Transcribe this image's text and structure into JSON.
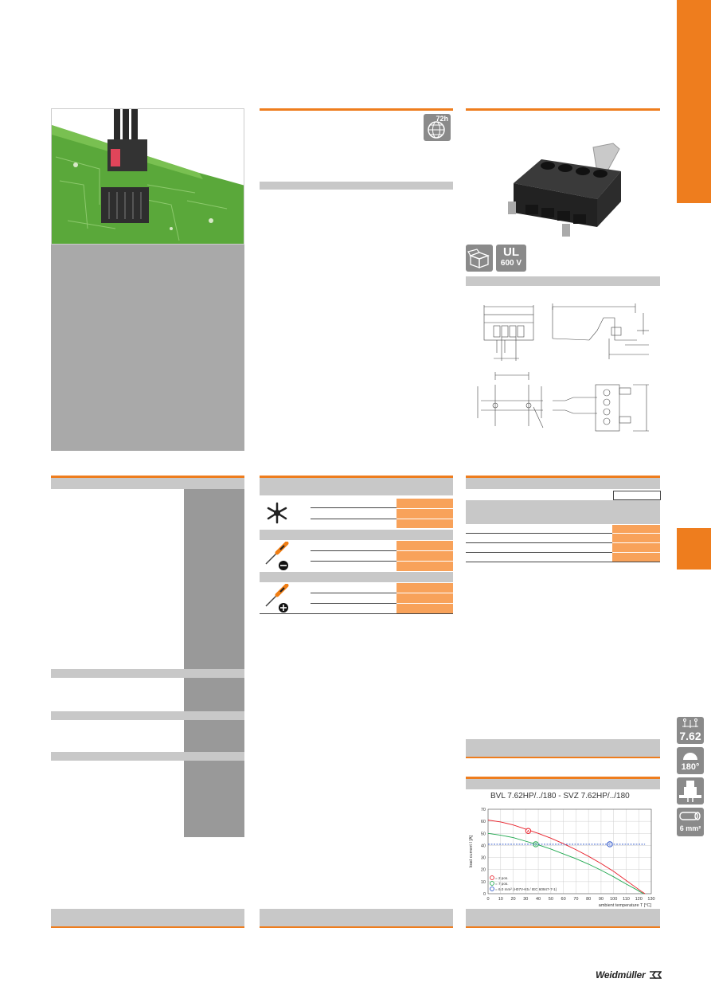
{
  "sidebar": {
    "icons": [
      {
        "name": "pitch-icon",
        "label": "7.62"
      },
      {
        "name": "angle-icon",
        "label": "180°"
      },
      {
        "name": "pcb-icon",
        "label": ""
      },
      {
        "name": "wire-icon",
        "label": "6 mm²"
      }
    ]
  },
  "badges": {
    "salt_spray": "72h",
    "ul_top": "UL",
    "ul_bottom": "600 V"
  },
  "brand": {
    "logo": "Weidmüller"
  },
  "derating_chart": {
    "title": "BVL 7.62HP/../180 - SVZ 7.62HP/../180",
    "ylabel": "load current I [A]",
    "xlabel": "ambient temperature T [°C]",
    "legend": [
      {
        "marker": "A",
        "label": "= 2 pos.",
        "color": "#e8202a"
      },
      {
        "marker": "B",
        "label": "= 7 pos.",
        "color": "#1fa84f"
      },
      {
        "marker": "C",
        "label": "= 6.0 mm² (H07V-K5 / IEC 60947-7-1)",
        "color": "#2a52c8"
      }
    ]
  },
  "chart_data": {
    "type": "line",
    "title": "BVL 7.62HP/../180 - SVZ 7.62HP/../180",
    "xlabel": "ambient temperature T [°C]",
    "ylabel": "load current I [A]",
    "xlim": [
      0,
      130
    ],
    "ylim": [
      0,
      70
    ],
    "xticks": [
      0,
      10,
      20,
      30,
      40,
      50,
      60,
      70,
      80,
      90,
      100,
      110,
      120,
      130
    ],
    "yticks": [
      0,
      10,
      20,
      30,
      40,
      50,
      60,
      70
    ],
    "grid": true,
    "series": [
      {
        "name": "= 2 pos.",
        "color": "#e8202a",
        "marker": "A",
        "marker_at": [
          32,
          52
        ],
        "x": [
          0,
          10,
          20,
          30,
          40,
          50,
          60,
          70,
          80,
          90,
          100,
          110,
          118,
          122,
          125
        ],
        "y": [
          61,
          59.5,
          57,
          53.5,
          50,
          46,
          41.5,
          36.5,
          31,
          25,
          18.5,
          11,
          5,
          2,
          0
        ]
      },
      {
        "name": "= 7 pos.",
        "color": "#1fa84f",
        "marker": "B",
        "marker_at": [
          38,
          41
        ],
        "x": [
          0,
          10,
          20,
          30,
          40,
          50,
          60,
          70,
          80,
          90,
          100,
          110,
          118,
          122,
          124
        ],
        "y": [
          50,
          48.5,
          46.5,
          43.5,
          40.5,
          37,
          33,
          29,
          24.5,
          19.5,
          14,
          8,
          3.5,
          1,
          0
        ]
      },
      {
        "name": "= 6.0 mm² (H07V-K5 / IEC 60947-7-1)",
        "color": "#2a52c8",
        "marker": "C",
        "marker_at": [
          97,
          41
        ],
        "dashed": true,
        "x": [
          0,
          125
        ],
        "y": [
          41,
          41
        ]
      }
    ]
  }
}
